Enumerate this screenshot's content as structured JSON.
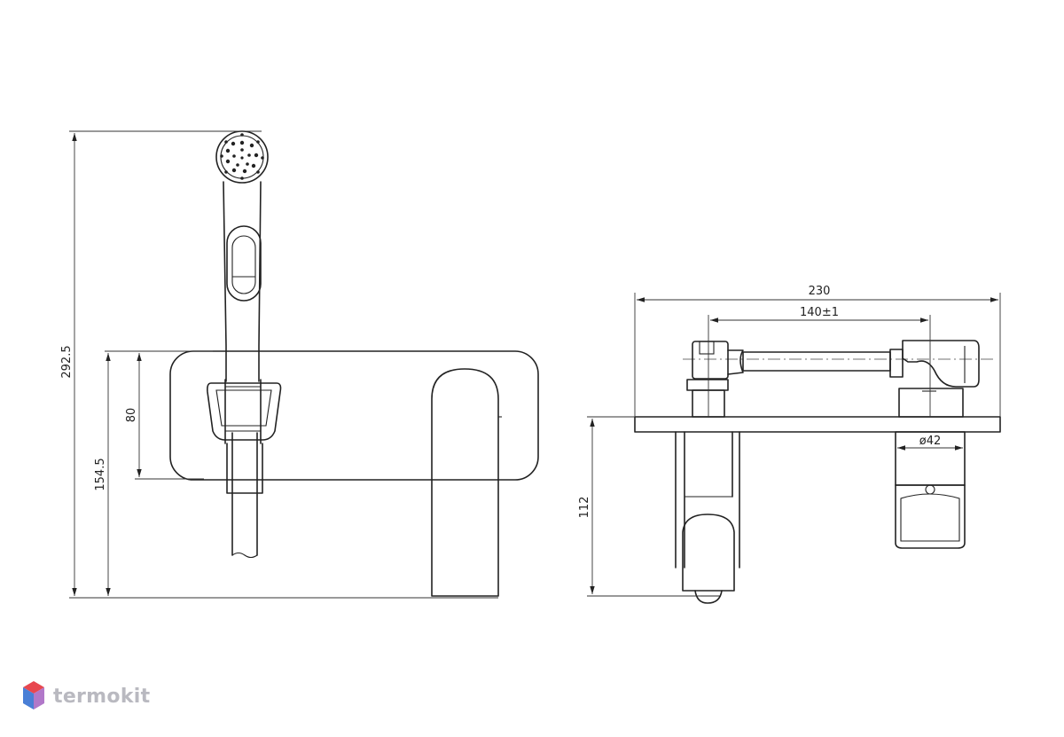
{
  "dimensions": {
    "total_height": "292.5",
    "spout_height": "154.5",
    "plate_height": "80",
    "total_width": "230",
    "centers": "140±1",
    "diameter": "ø42",
    "depth": "112"
  },
  "brand": {
    "name": "termokit",
    "colors": {
      "red": "#e8474f",
      "blue": "#4a7fd6",
      "purple": "#b178c9",
      "text": "#b9b9c0"
    }
  },
  "icons": [
    "brand-cube-icon"
  ]
}
